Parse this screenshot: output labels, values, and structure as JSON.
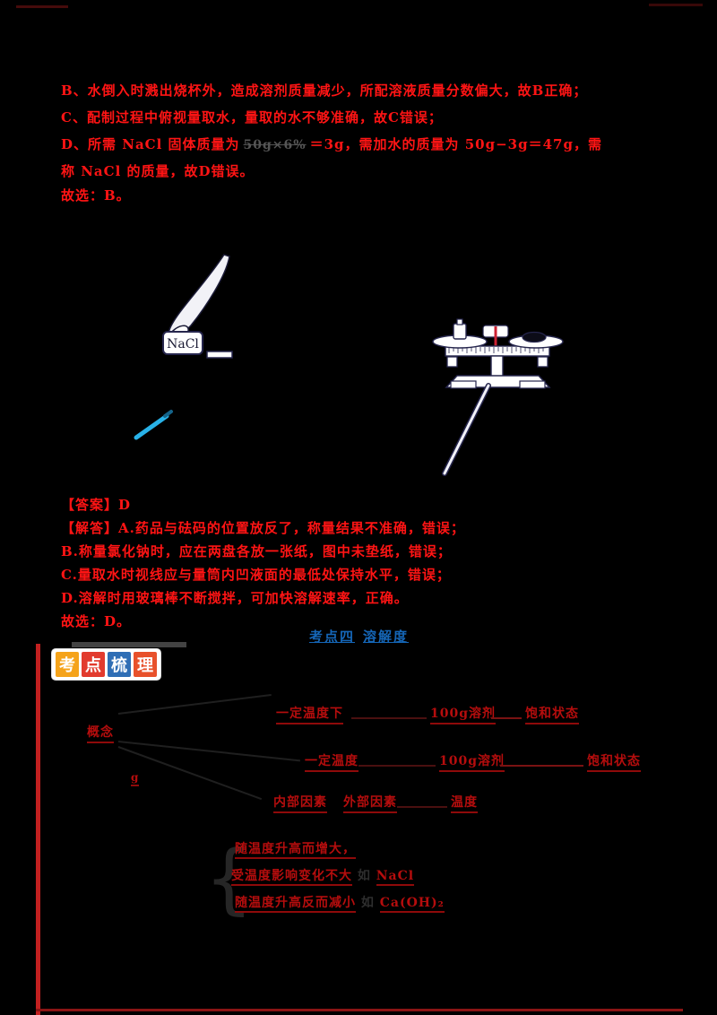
{
  "page": {
    "background": "#000000",
    "text_red": "#ff1414",
    "map_red": "#b50d0d",
    "link_blue": "#1566b7"
  },
  "answer1": {
    "line_b": "B、水倒入时溅出烧杯外，造成溶剂质量减少，所配溶液质量分数偏大，故B正确；",
    "line_c": "C、配制过程中俯视量取水，量取的水不够准确，故C错误；",
    "line_d_pre": "D、所需 NaCl 固体质量为",
    "line_d_formula": "50g×6%",
    "line_d_post": "＝3g，需加水的质量为 50g−3g＝47g，需",
    "line_d2": "称 NaCl 的质量，故D错误。",
    "line_choice": "故选：B。"
  },
  "diagram": {
    "bottle_label": "NaCl"
  },
  "answer2": {
    "line_answer": "【答案】D",
    "line_a": "【解答】A.药品与砝码的位置放反了，称量结果不准确，错误；",
    "line_b": "B.称量氯化钠时，应在两盘各放一张纸，图中未垫纸，错误；",
    "line_c": "C.量取水时视线应与量筒内凹液面的最低处保持水平，错误；",
    "line_d": "D.溶解时用玻璃棒不断搅拌，可加快溶解速率，正确。",
    "line_choice": "故选：D。"
  },
  "section_header": {
    "link1": "考点四",
    "link2": "溶解度"
  },
  "badge": {
    "tiles": [
      {
        "char": "考",
        "color": "#f5a31a"
      },
      {
        "char": "点",
        "color": "#e23b2e"
      },
      {
        "char": "梳",
        "color": "#2f6eb5"
      },
      {
        "char": "理",
        "color": "#e8512b"
      }
    ]
  },
  "concept_map": {
    "root": "概念",
    "unit": "g",
    "row1": [
      "一定温度下",
      "100g溶剂",
      "饱和状态"
    ],
    "row2": [
      "一定温度",
      "100g溶剂",
      "饱和状态"
    ],
    "row3": [
      "内部因素",
      "外部因素",
      "温度"
    ],
    "temperature": {
      "line1": "随温度升高而增大，",
      "line2_red": "受温度影响变化不大",
      "line2_conn": "如",
      "line2_formula": "NaCl",
      "line3_red": "随温度升高反而减小",
      "line3_conn": "如",
      "line3_formula": "Ca(OH)₂"
    }
  }
}
